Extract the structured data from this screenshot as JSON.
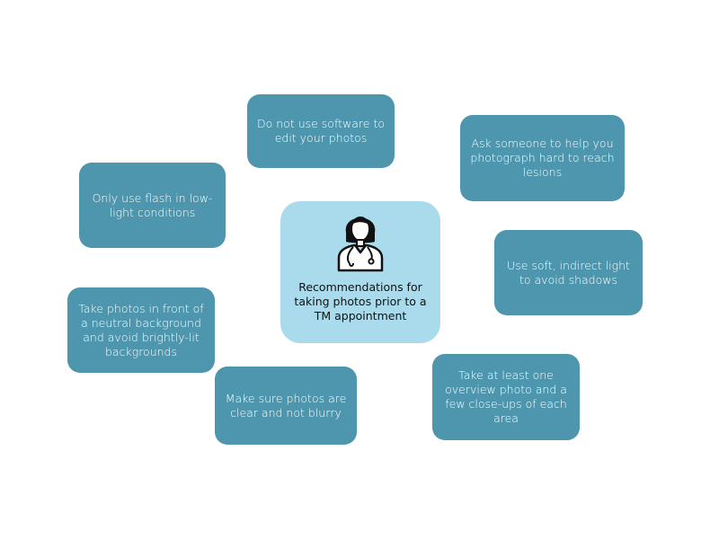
{
  "center": {
    "icon": "doctor-with-stethoscope-icon",
    "label": "Recommendations for taking photos prior to a TM appointment"
  },
  "tips": {
    "software": "Do not use software to edit your photos",
    "help": "Ask someone to help you photograph hard to reach lesions",
    "flash": "Only use flash in low-light conditions",
    "light": "Use soft, indirect light to avoid shadows",
    "background": "Take photos in front of a neutral background and avoid brightly-lit backgrounds",
    "blurry": "Make sure photos are clear and not blurry",
    "overview": "Take at least one overview photo and a few close-ups of each area"
  },
  "colors": {
    "card": "#4e96ad",
    "center": "#a9dbed",
    "card_text": "#ffffff",
    "center_text": "#111111"
  }
}
